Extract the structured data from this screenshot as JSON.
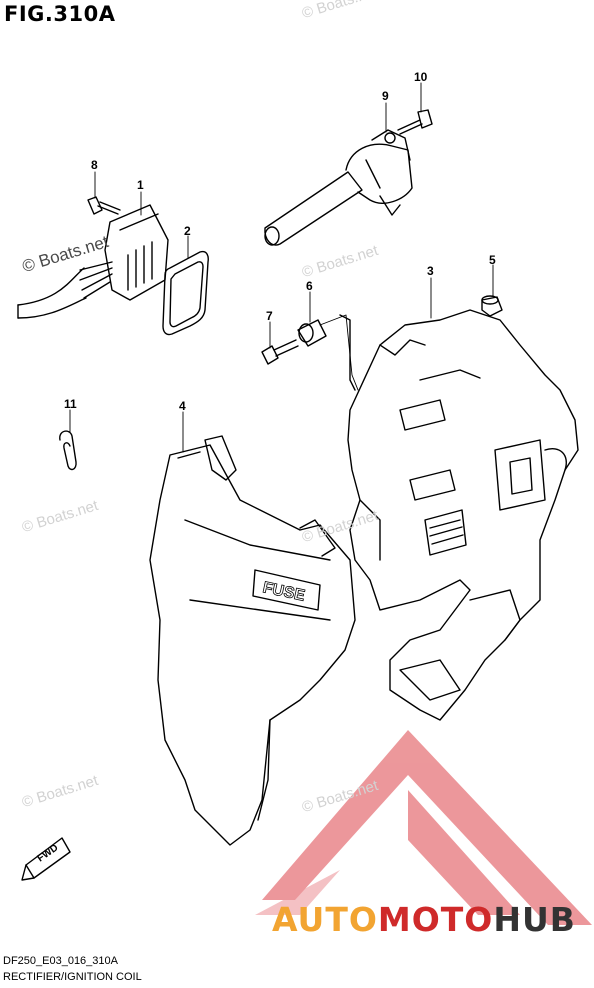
{
  "figure_title": "FIG.310A",
  "footer": {
    "code": "DF250_E03_016_310A",
    "caption": "RECTIFIER/IGNITION COIL"
  },
  "callouts": [
    "1",
    "2",
    "3",
    "4",
    "5",
    "6",
    "7",
    "8",
    "9",
    "10",
    "11"
  ],
  "part_text": {
    "fuse": "FUSE",
    "fwd": "FWD"
  },
  "watermarks": {
    "copyright_text": "© Boats.net"
  },
  "logo": {
    "part1": "AUTO",
    "part2": "MOTO",
    "part3": "HUB",
    "colors": {
      "auto": "#f2a431",
      "moto": "#cf2a2a",
      "hub": "#333333",
      "triangle": "#e9868a"
    }
  }
}
